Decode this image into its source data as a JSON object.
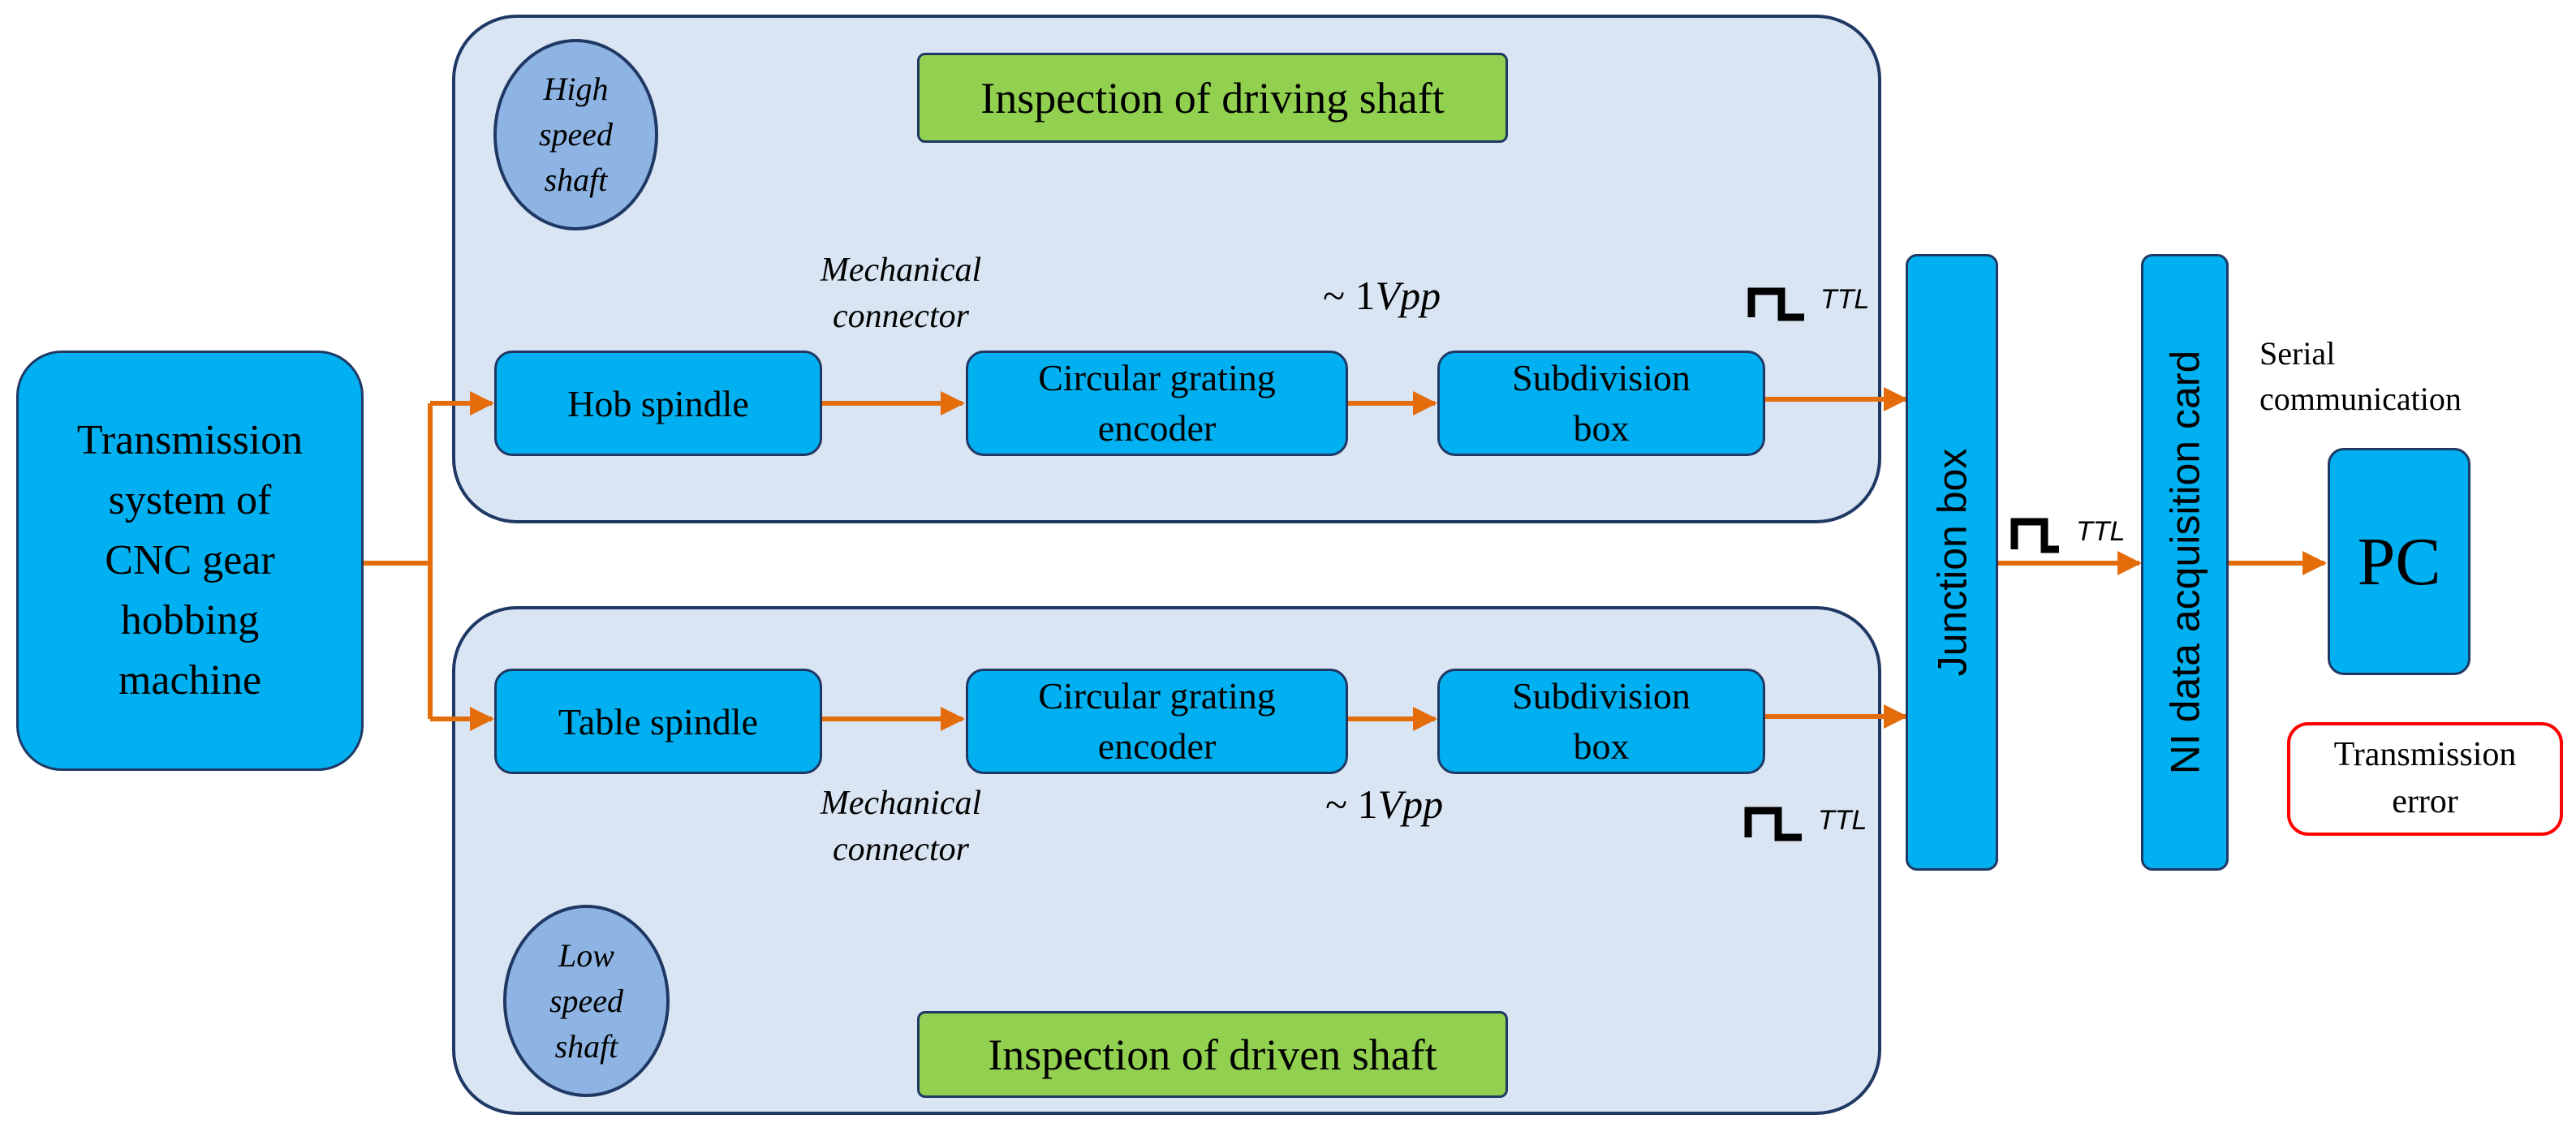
{
  "source": {
    "line1": "Transmission",
    "line2": "system of",
    "line3": "CNC gear",
    "line4": "hobbing",
    "line5": "machine"
  },
  "top_panel": {
    "title": "Inspection of driving shaft",
    "shaft_line1": "High",
    "shaft_line2": "speed",
    "shaft_line3": "shaft",
    "spindle": "Hob spindle",
    "encoder_line1": "Circular grating",
    "encoder_line2": "encoder",
    "subdivision_line1": "Subdivision",
    "subdivision_line2": "box",
    "connector_line1": "Mechanical",
    "connector_line2": "connector",
    "signal_tilde": "~ ",
    "signal_num": "1",
    "signal_unit": "Vpp",
    "ttl": "TTL"
  },
  "bottom_panel": {
    "title": "Inspection of driven shaft",
    "shaft_line1": "Low",
    "shaft_line2": "speed",
    "shaft_line3": "shaft",
    "spindle": "Table spindle",
    "encoder_line1": "Circular grating",
    "encoder_line2": "encoder",
    "subdivision_line1": "Subdivision",
    "subdivision_line2": "box",
    "connector_line1": "Mechanical",
    "connector_line2": "connector",
    "signal_tilde": "~ ",
    "signal_num": "1",
    "signal_unit": "Vpp",
    "ttl": "TTL"
  },
  "junction_box": "Junction box",
  "junction_ttl": "TTL",
  "daq_card": "NI data acquisition card",
  "serial_line1": "Serial",
  "serial_line2": "communication",
  "pc": "PC",
  "result_line1": "Transmission",
  "result_line2": "error",
  "colors": {
    "arrow": "#e46c0a",
    "block": "#00b0f0",
    "panel": "#dae5f4",
    "title_box": "#92d050",
    "ellipse": "#8eb4e3",
    "result_border": "#ff0000",
    "outline": "#1f3864"
  }
}
